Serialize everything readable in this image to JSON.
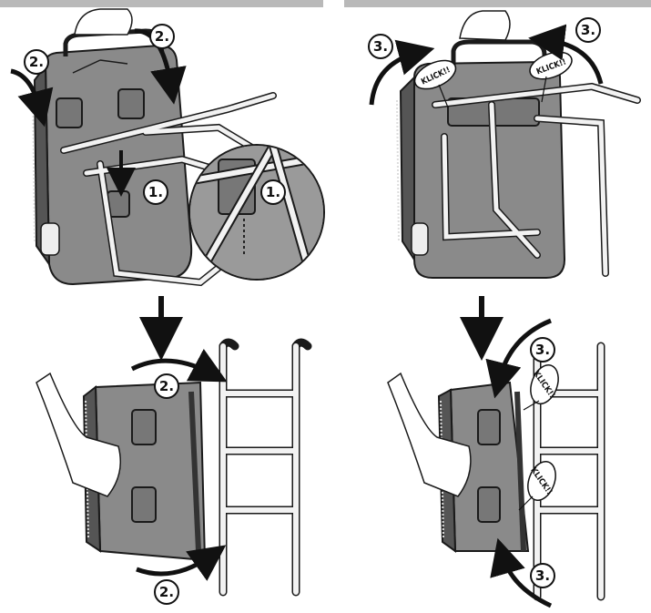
{
  "steps": {
    "step1": "1.",
    "step2": "2.",
    "step3": "3."
  },
  "callouts": {
    "klick": "KLICK!!"
  },
  "colors": {
    "bag_fill": "#8a8a8a",
    "bag_dark": "#555555",
    "rack_fill": "#f2f2f2",
    "outline": "#1a1a1a",
    "header_bar": "#b9b9b9"
  },
  "icons": [
    "hand-icon",
    "rotate-arrow-icon",
    "down-arrow-icon",
    "pannier-bag-icon",
    "bike-rack-icon",
    "magnifier-inset-icon"
  ]
}
